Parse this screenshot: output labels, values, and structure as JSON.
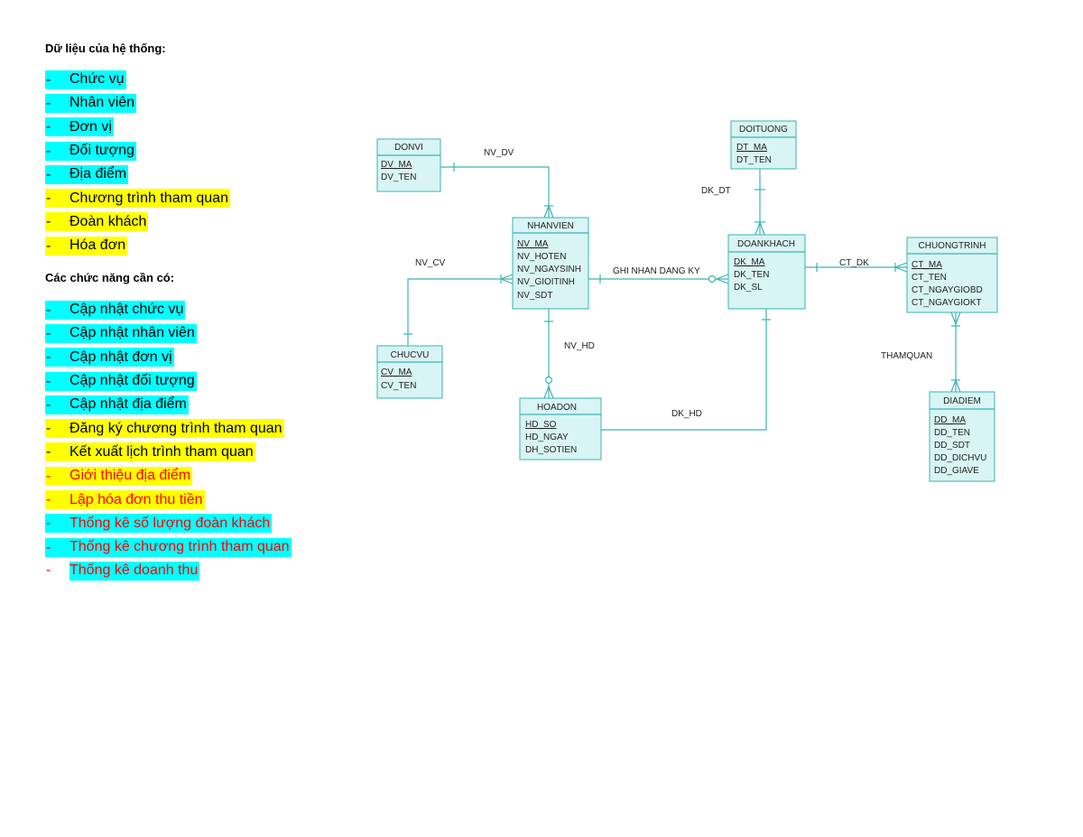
{
  "doc": {
    "heading_data": "Dữ liệu của hệ thống:",
    "heading_functions": "Các chức năng cần có:",
    "data_items": [
      {
        "text": "Chức vụ",
        "highlight": "#00ffff",
        "color": "#000000"
      },
      {
        "text": "Nhân viên",
        "highlight": "#00ffff",
        "color": "#000000"
      },
      {
        "text": "Đơn vị",
        "highlight": "#00ffff",
        "color": "#000000"
      },
      {
        "text": "Đối tượng",
        "highlight": "#00ffff",
        "color": "#000000"
      },
      {
        "text": "Địa điểm",
        "highlight": "#00ffff",
        "color": "#000000"
      },
      {
        "text": "Chương trình tham quan",
        "highlight": "#ffff00",
        "color": "#000000"
      },
      {
        "text": "Đoàn khách",
        "highlight": "#ffff00",
        "color": "#000000"
      },
      {
        "text": "Hóa đơn",
        "highlight": "#ffff00",
        "color": "#000000"
      }
    ],
    "function_items": [
      {
        "text": "Cập nhật chức vụ",
        "highlight": "#00ffff",
        "color": "#000000"
      },
      {
        "text": "Cập nhật nhân viên",
        "highlight": "#00ffff",
        "color": "#000000"
      },
      {
        "text": "Cập nhật đơn vị",
        "highlight": "#00ffff",
        "color": "#000000"
      },
      {
        "text": "Cập nhật đối tượng",
        "highlight": "#00ffff",
        "color": "#000000"
      },
      {
        "text": "Cập nhật địa điểm",
        "highlight": "#00ffff",
        "color": "#000000"
      },
      {
        "text": "Đăng ký chương trình tham quan",
        "highlight": "#ffff00",
        "color": "#000000"
      },
      {
        "text": "Kết xuất lịch trình tham quan",
        "highlight": "#ffff00",
        "color": "#000000"
      },
      {
        "text": "Giới thiệu địa điểm",
        "highlight": "#ffff00",
        "color": "#ff0000"
      },
      {
        "text": "Lập hóa đơn thu tiền",
        "highlight": "#ffff00",
        "color": "#ff0000"
      },
      {
        "text": "Thống kê số lượng đoàn khách",
        "highlight": "#00ffff",
        "color": "#ff0000"
      },
      {
        "text": "Thống kê chương trình tham quan",
        "highlight": "#00ffff",
        "color": "#ff0000"
      },
      {
        "text": "Thống kê doanh thu",
        "highlight": "#00ffff",
        "color": "#ff0000",
        "dash_plain": true
      }
    ],
    "dash": "-"
  },
  "erd": {
    "colors": {
      "line": "#3ab3b3",
      "fill": "#d8f4f4"
    },
    "entities": {
      "donvi": {
        "name": "DONVI",
        "pk": "DV_MA",
        "attrs": [
          "DV_TEN"
        ]
      },
      "doituong": {
        "name": "DOITUONG",
        "pk": "DT_MA",
        "attrs": [
          "DT_TEN"
        ]
      },
      "nhanvien": {
        "name": "NHANVIEN",
        "pk": "NV_MA",
        "attrs": [
          "NV_HOTEN",
          "NV_NGAYSINH",
          "NV_GIOITINH",
          "NV_SDT"
        ]
      },
      "doankhach": {
        "name": "DOANKHACH",
        "pk": "DK_MA",
        "attrs": [
          "DK_TEN",
          "DK_SL"
        ]
      },
      "chuongtrinh": {
        "name": "CHUONGTRINH",
        "pk": "CT_MA",
        "attrs": [
          "CT_TEN",
          "CT_NGAYGIOBD",
          "CT_NGAYGIOKT"
        ]
      },
      "chucvu": {
        "name": "CHUCVU",
        "pk": "CV_MA",
        "attrs": [
          "CV_TEN"
        ]
      },
      "hoadon": {
        "name": "HOADON",
        "pk": "HD_SO",
        "attrs": [
          "HD_NGAY",
          "DH_SOTIEN"
        ]
      },
      "diadiem": {
        "name": "DIADIEM",
        "pk": "DD_MA",
        "attrs": [
          "DD_TEN",
          "DD_SDT",
          "DD_DICHVU",
          "DD_GIAVE"
        ]
      }
    },
    "relations": {
      "nv_dv": "NV_DV",
      "dk_dt": "DK_DT",
      "nv_cv": "NV_CV",
      "ghi_nhan": "GHI NHAN DANG KY",
      "ct_dk": "CT_DK",
      "nv_hd": "NV_HD",
      "thamquan": "THAMQUAN",
      "dk_hd": "DK_HD"
    }
  }
}
